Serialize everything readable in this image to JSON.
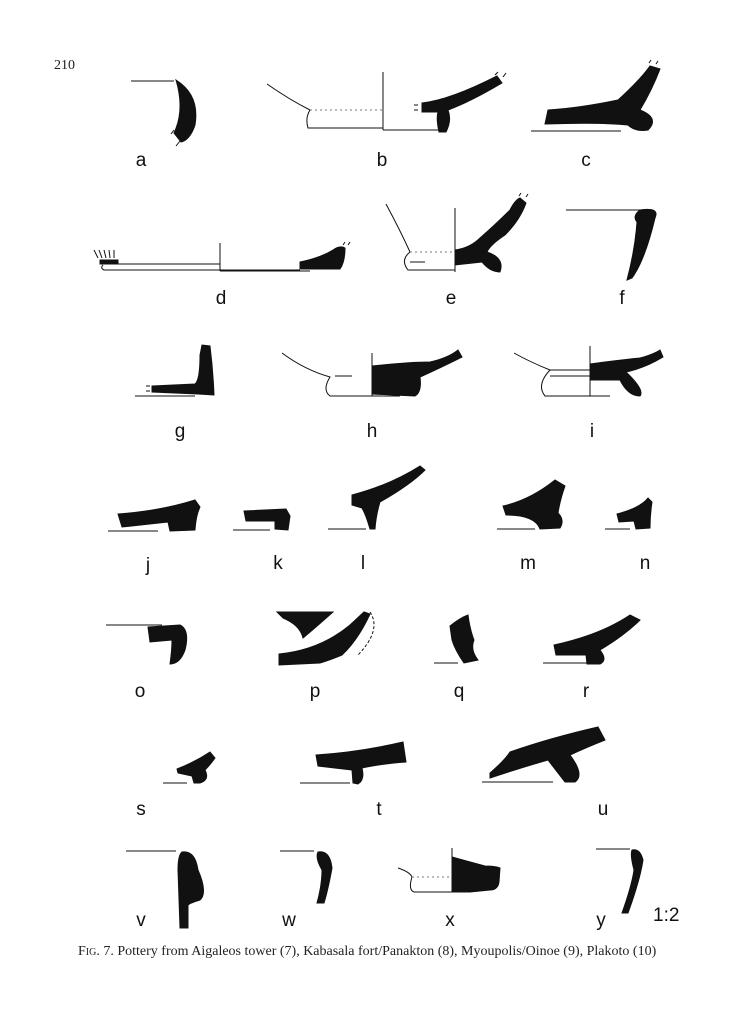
{
  "page": {
    "number": "210"
  },
  "figure": {
    "scale": "1:2",
    "caption_prefix": "Fig. 7.",
    "caption_text": "Pottery from Aigaleos tower (7), Kabasala fort/Panakton (8), Myoupolis/Oinoe (9), Plakoto (10)",
    "labels": {
      "a": "a",
      "b": "b",
      "c": "c",
      "d": "d",
      "e": "e",
      "f": "f",
      "g": "g",
      "h": "h",
      "i": "i",
      "j": "j",
      "k": "k",
      "l": "l",
      "m": "m",
      "n": "n",
      "o": "o",
      "p": "p",
      "q": "q",
      "r": "r",
      "s": "s",
      "t": "t",
      "u": "u",
      "v": "v",
      "w": "w",
      "x": "x",
      "y": "y"
    }
  }
}
